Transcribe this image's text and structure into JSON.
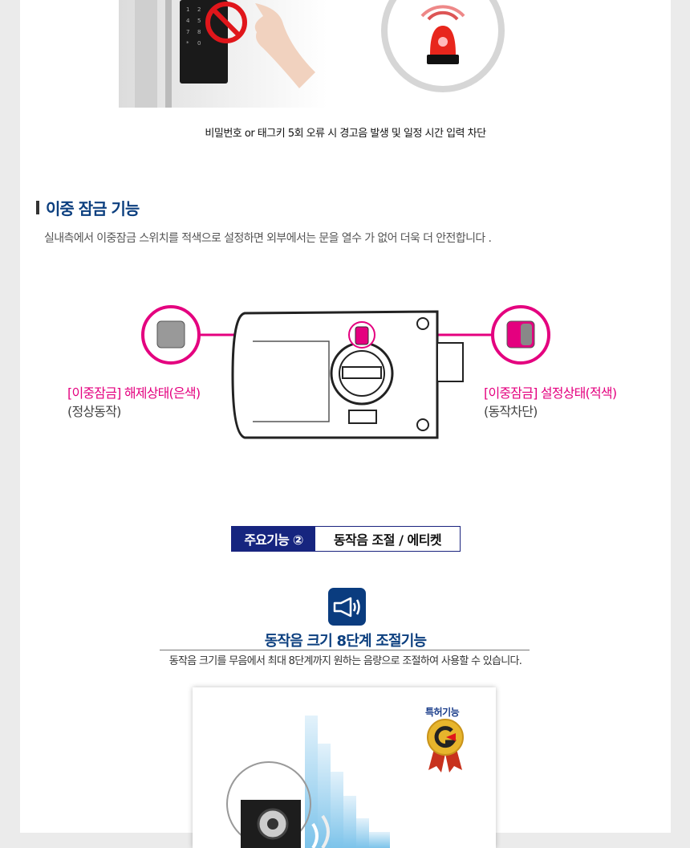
{
  "section1": {
    "caption": "비밀번호 or 태그키 5회 오류 시 경고음 발생 및 일정 시간 입력 차단"
  },
  "section2": {
    "title": "이중 잠금 기능",
    "description": "실내측에서 이중잠금 스위치를 적색으로 설정하면 외부에서는 문을 열수 가 없어 더욱 더 안전합니다 .",
    "left_label": {
      "tag": "[이중잠금]",
      "state": "해제상태(은색)",
      "sub": "(정상동작)"
    },
    "right_label": {
      "tag": "[이중잠금]",
      "state": "설정상태(적색)",
      "sub": "(동작차단)"
    },
    "accent": "#e4007f"
  },
  "feature": {
    "badge_label": "주요기능 ②",
    "badge_title": "동작음 조절 / 에티켓",
    "icon": "speaker-icon",
    "title": "동작음 크기 8단계 조절기능",
    "description": "동작음 크기를 무음에서 최대 8단계까지 원하는 음량으로 조절하여 사용할 수 있습니다.",
    "patent_label": "특허기능",
    "brand_color": "#0a3c7f"
  }
}
